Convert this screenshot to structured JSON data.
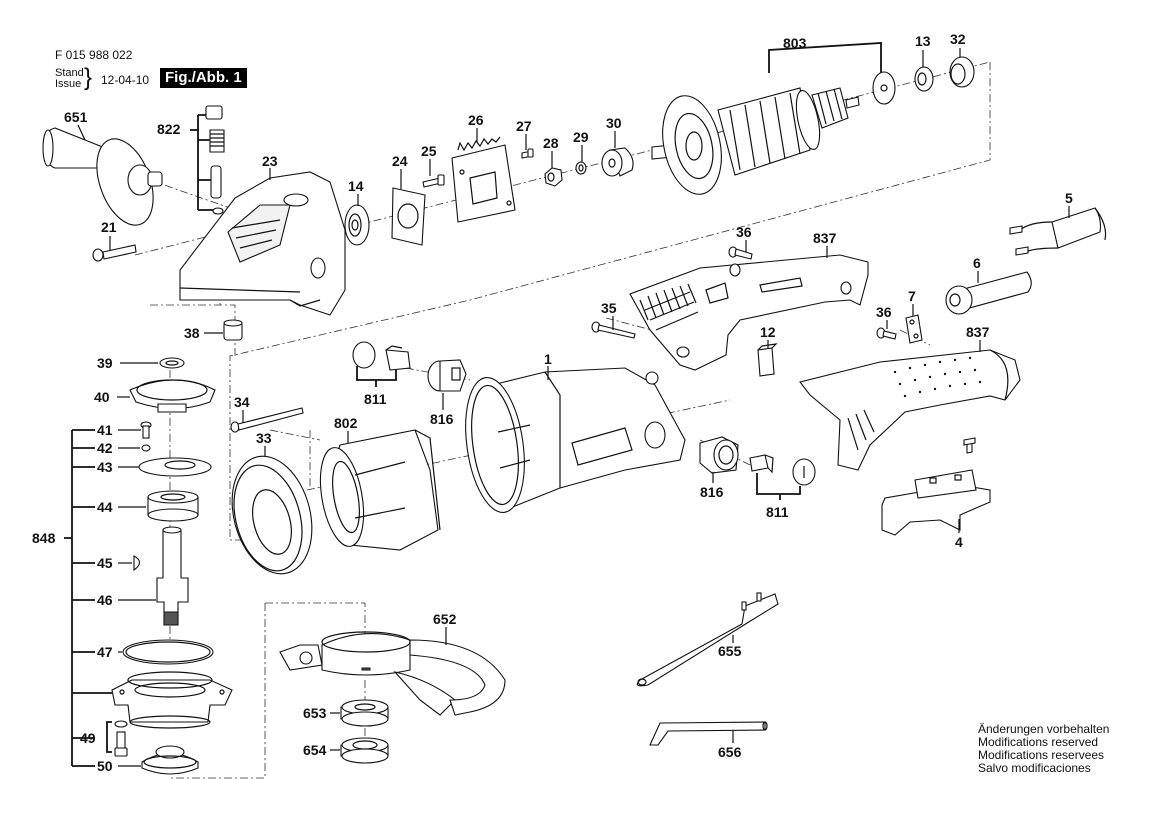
{
  "header": {
    "document_number": "F 015 988 022",
    "stand_label": "Stand",
    "issue_label": "Issue",
    "brace": "}",
    "issue_date": "12-04-10",
    "figure_label": "Fig./Abb. 1"
  },
  "footer": {
    "modifications": [
      "Änderungen vorbehalten",
      "Modifications reserved",
      "Modifications reservees",
      "Salvo modificaciones"
    ]
  },
  "parts": {
    "651": "651",
    "822": "822",
    "23": "23",
    "21": "21",
    "14": "14",
    "24": "24",
    "25": "25",
    "26": "26",
    "27": "27",
    "28": "28",
    "29": "29",
    "30": "30",
    "803": "803",
    "13": "13",
    "32": "32",
    "5": "5",
    "6": "6",
    "36a": "36",
    "837a": "837",
    "35": "35",
    "12": "12",
    "36b": "36",
    "7": "7",
    "837b": "837",
    "38": "38",
    "39": "39",
    "40": "40",
    "34": "34",
    "33": "33",
    "802": "802",
    "811a": "811",
    "816a": "816",
    "1": "1",
    "816b": "816",
    "811b": "811",
    "4": "4",
    "41": "41",
    "42": "42",
    "43": "43",
    "44": "44",
    "848": "848",
    "45": "45",
    "46": "46",
    "47": "47",
    "49": "49",
    "50": "50",
    "652": "652",
    "653": "653",
    "654": "654",
    "655": "655",
    "656": "656"
  }
}
